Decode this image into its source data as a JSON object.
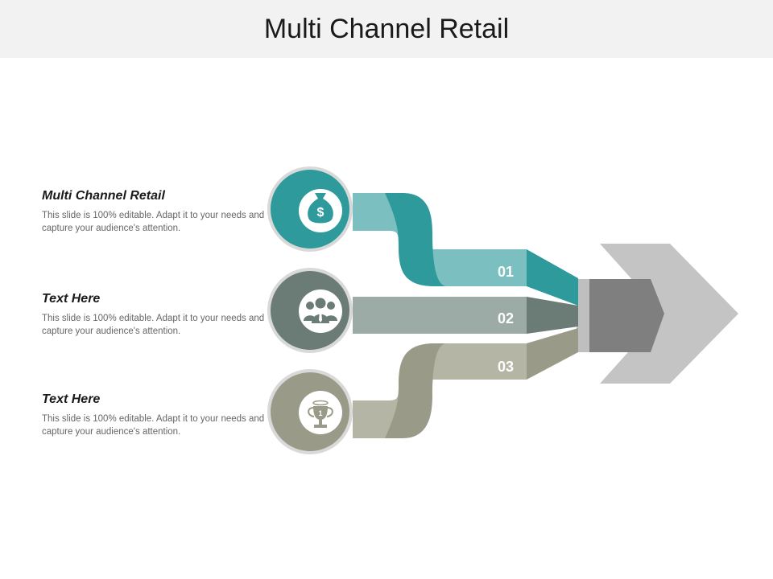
{
  "title": "Multi Channel Retail",
  "items": [
    {
      "heading": "Multi Channel Retail",
      "body": "This slide is 100% editable. Adapt it to your needs and capture your audience's attention.",
      "number": "01",
      "icon": "money-bag-icon",
      "color": "#2e9a9c"
    },
    {
      "heading": "Text Here",
      "body": "This slide is 100% editable. Adapt it to your needs and capture your audience's attention.",
      "number": "02",
      "icon": "business-team-icon",
      "color": "#6b7b75"
    },
    {
      "heading": "Text Here",
      "body": "This slide is 100% editable. Adapt it to your needs and capture your audience's attention.",
      "number": "03",
      "icon": "trophy-icon",
      "color": "#9a9a88"
    }
  ],
  "arrow_colors": {
    "outer": "#c4c4c4",
    "inner": "#7f7f7f",
    "stem": "#bfbfbf"
  }
}
